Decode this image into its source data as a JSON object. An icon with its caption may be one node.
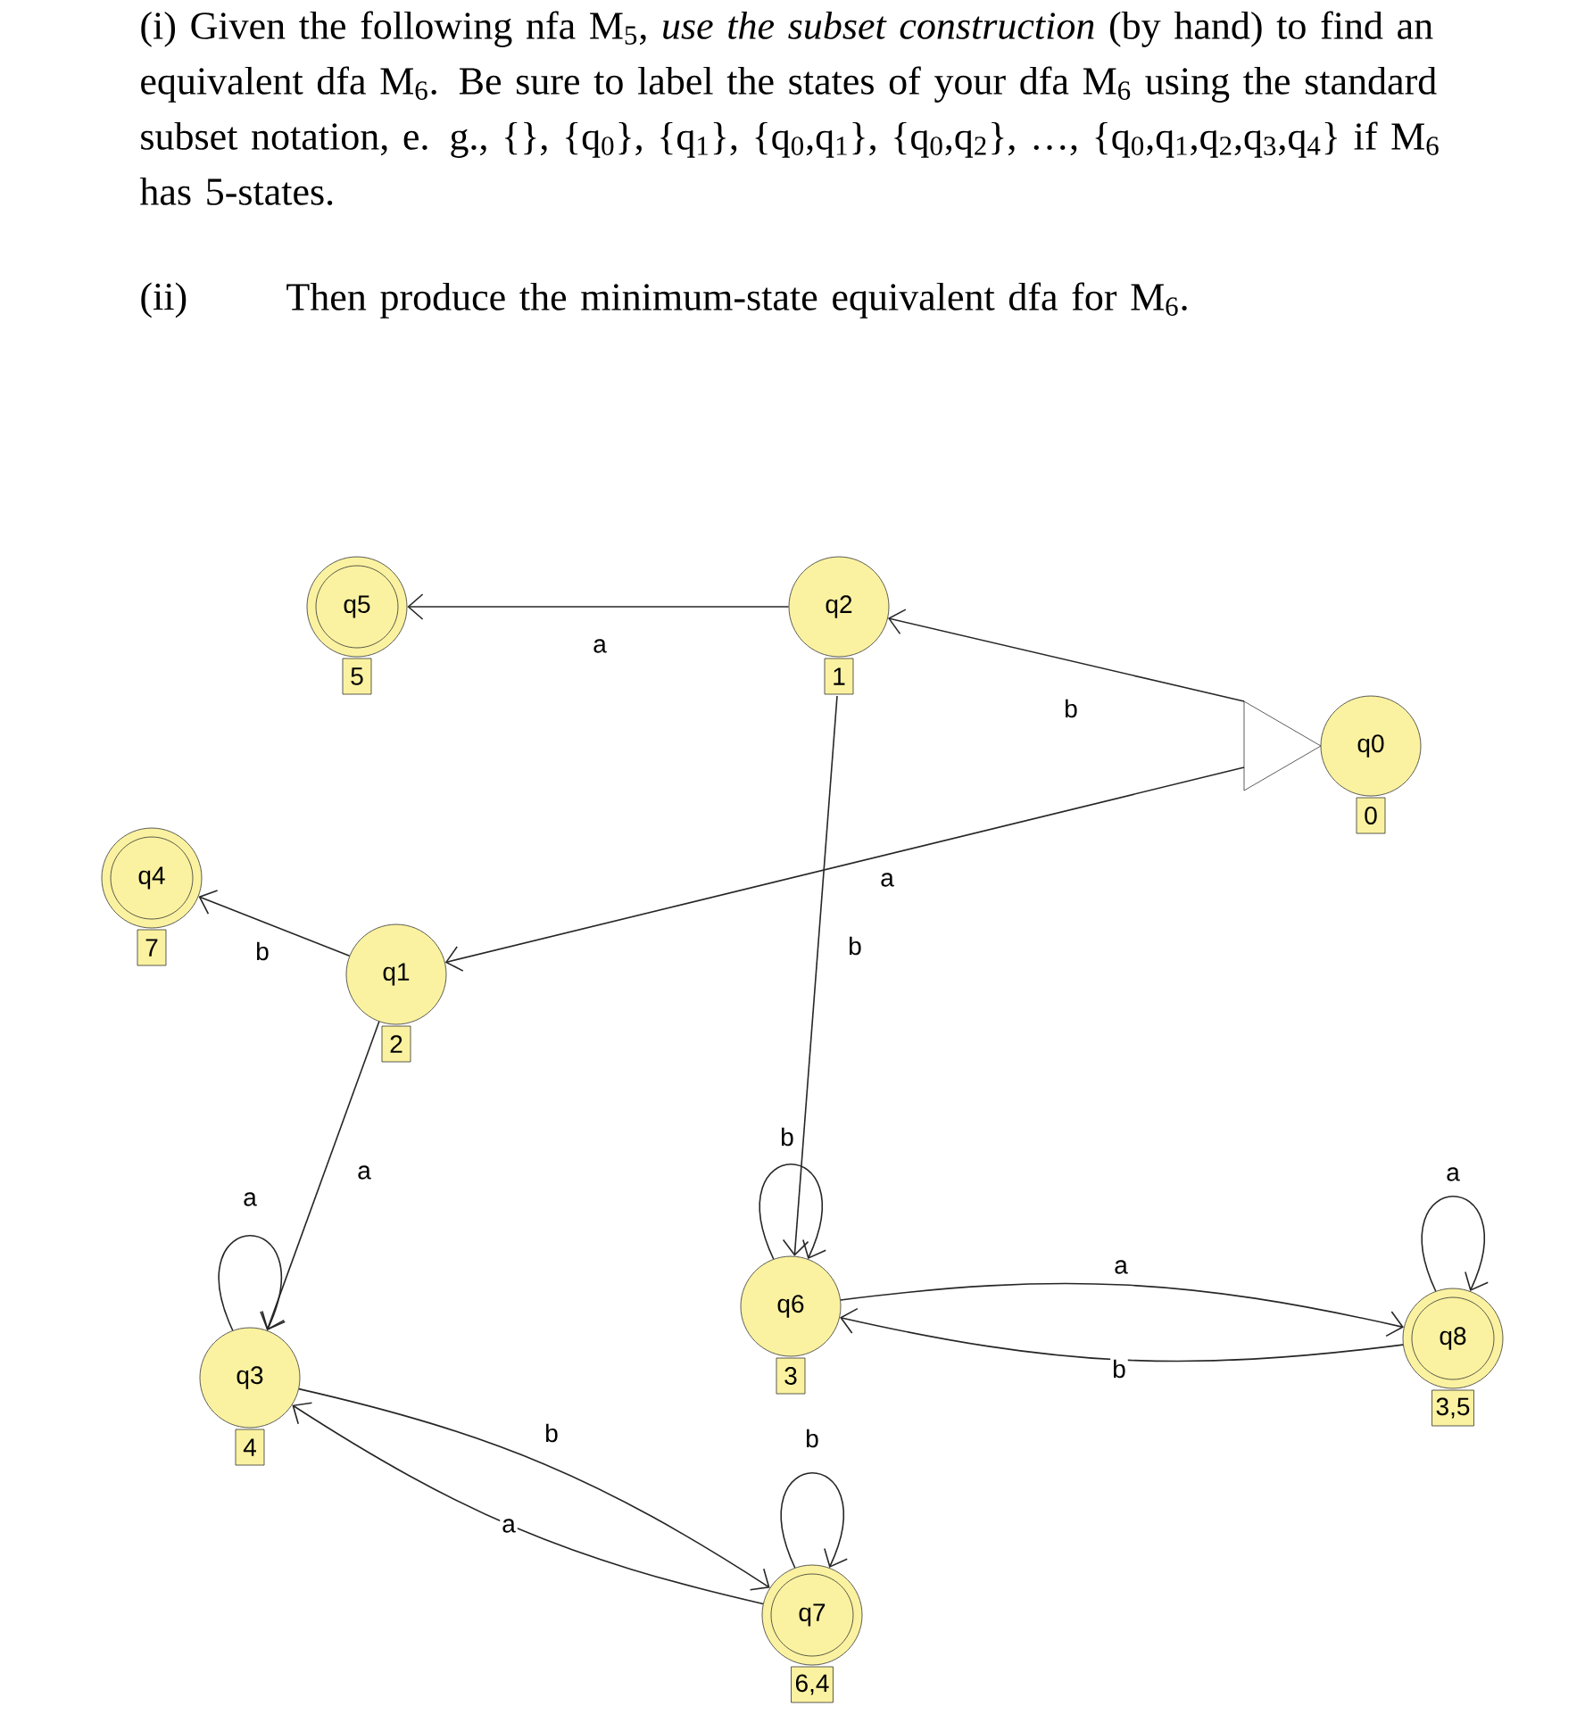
{
  "diagram": {
    "nodes": [
      {
        "text": [
          "q5"
        ],
        "beside": [
          "5"
        ]
      },
      {
        "text": [
          "q2"
        ],
        "beside": [
          "1"
        ]
      },
      {
        "text": [
          "q0"
        ],
        "beside": [
          "0"
        ]
      },
      {
        "text": [
          "q4"
        ],
        "beside": [
          "7"
        ]
      },
      {
        "text": [
          "q1"
        ],
        "beside": [
          "2"
        ]
      },
      {
        "text": [
          "q6"
        ],
        "beside": [
          "3"
        ]
      },
      {
        "text": [
          "q8"
        ],
        "beside": [
          "3,5"
        ]
      },
      {
        "text": [
          "q3"
        ],
        "beside": [
          "4"
        ]
      },
      {
        "text": [
          "q7"
        ],
        "beside": [
          "6,4"
        ]
      }
    ],
    "edges": [
      {
        "from": 1,
        "to": 0,
        "arrow": "to",
        "label": "a"
      },
      {
        "from": 2,
        "to": 1,
        "arrow": "to",
        "label": "b"
      },
      {
        "from": 2,
        "to": 4,
        "arrow": "to",
        "label": "a"
      },
      {
        "from": 4,
        "to": 3,
        "arrow": "to",
        "label": "b"
      },
      {
        "from": 4,
        "to": 7,
        "arrow": "to",
        "label": "a"
      },
      {
        "from": 1,
        "to": 5,
        "arrow": "to",
        "label": "b"
      },
      {
        "from": 5,
        "to": 5,
        "arrow": "to",
        "label": "b"
      },
      {
        "from": 5,
        "to": 6,
        "arrow": "to",
        "label": "a"
      },
      {
        "from": 6,
        "to": 5,
        "arrow": "to",
        "label": "b"
      },
      {
        "from": 6,
        "to": 6,
        "arrow": "to",
        "label": "a"
      },
      {
        "from": 7,
        "to": 7,
        "arrow": "to",
        "label": "a"
      },
      {
        "from": 7,
        "to": 8,
        "arrow": "to",
        "label": "b"
      },
      {
        "from": 8,
        "to": 7,
        "arrow": "to",
        "label": "a"
      },
      {
        "from": 8,
        "to": 8,
        "arrow": "to",
        "label": "b"
      }
    ],
    "labels": [
      "(i) Given the following nfa M$_{5}$, *use the subset construction* (by hand) to find an equivalent dfa M$_{6}$. Be sure to label the states of your dfa M$_{6}$ using the standard subset notation, e. g., {}, {q$_{0}$}, {q$_{1}$}, {q$_{0}$,q$_{1}$}, {q$_{0}$,q$_{2}$}, …, {q$_{0}$,q$_{1}$,q$_{2}$,q$_{3}$,q$_{4}$} if M$_{6}$ has 5-states.",
      "(ii)",
      "Then produce the minimum-state equivalent dfa for M$_{6}$."
    ]
  }
}
